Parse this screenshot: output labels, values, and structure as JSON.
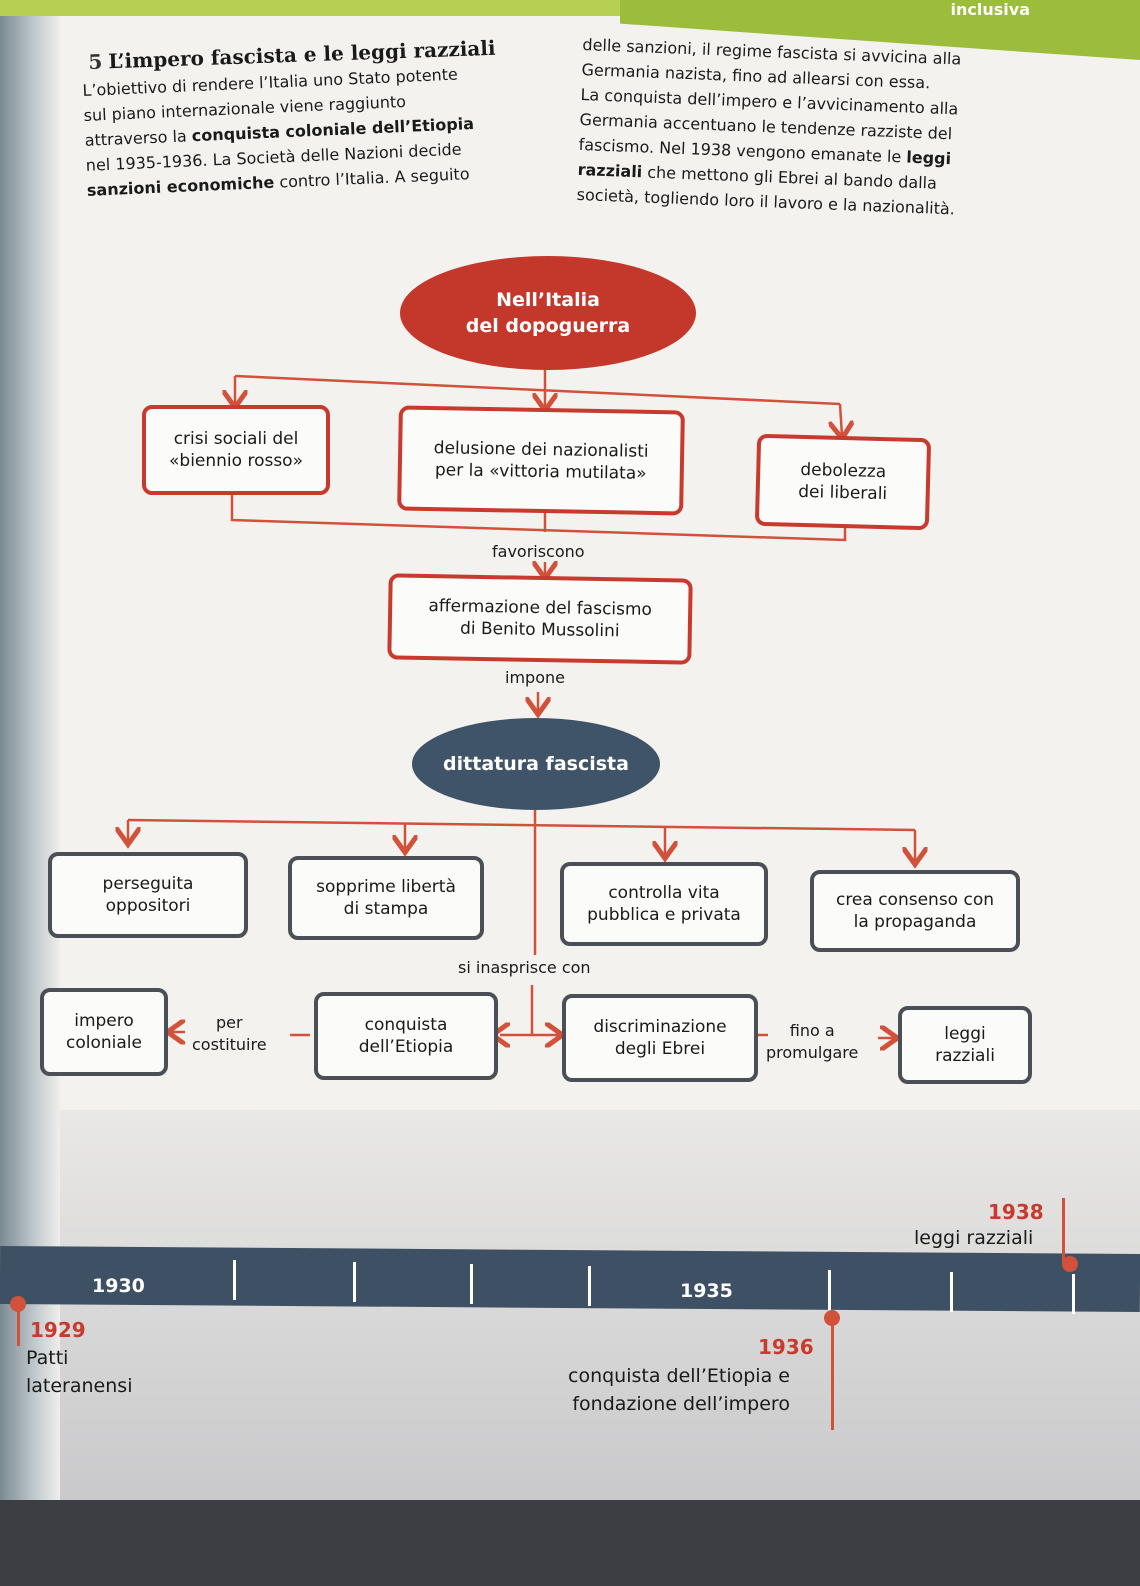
{
  "corner_label": "inclusiva",
  "section": {
    "number": "5",
    "title": "L’impero fascista e le leggi razziali"
  },
  "paragraph_left": {
    "lines": [
      "L’obiettivo di rendere l’Italia uno Stato potente",
      "sul piano internazionale viene raggiunto",
      "attraverso la ",
      "nel 1935-1936. La Società delle Nazioni decide",
      " contro l’Italia. A seguito"
    ],
    "bold_colonial": "conquista coloniale dell’Etiopia",
    "bold_sanctions": "sanzioni economiche"
  },
  "paragraph_right": {
    "lines": [
      "delle sanzioni, il regime fascista si avvicina alla",
      "Germania nazista, fino ad allearsi con essa.",
      "La conquista dell’impero e l’avvicinamento alla",
      "Germania accentuano le tendenze razziste del",
      "fascismo. Nel 1938 vengono emanate le ",
      " che mettono gli Ebrei al bando dalla",
      "società, togliendo loro il lavoro e la nazionalità."
    ],
    "bold_leggi": "leggi",
    "bold_razziali": "razziali"
  },
  "diagram": {
    "root": {
      "line1": "Nell’Italia",
      "line2": "del dopoguerra"
    },
    "causes": [
      {
        "line1": "crisi sociali del",
        "line2": "«biennio rosso»"
      },
      {
        "line1": "delusione dei nazionalisti",
        "line2": "per la «vittoria mutilata»"
      },
      {
        "line1": "debolezza",
        "line2": "dei liberali"
      }
    ],
    "link_favoriscono": "favoriscono",
    "affermazione": {
      "line1": "affermazione del fascismo",
      "line2": "di Benito Mussolini"
    },
    "link_impone": "impone",
    "dittatura": "dittatura fascista",
    "actions": [
      {
        "line1": "perseguita",
        "line2": "oppositori"
      },
      {
        "line1": "sopprime libertà",
        "line2": "di stampa"
      },
      {
        "line1": "controlla vita",
        "line2": "pubblica e privata"
      },
      {
        "line1": "crea consenso con",
        "line2": "la propaganda"
      }
    ],
    "link_inasprisce": "si inasprisce con",
    "impero": {
      "line1": "impero",
      "line2": "coloniale"
    },
    "link_per": {
      "line1": "per",
      "line2": "costituire"
    },
    "conquista": {
      "line1": "conquista",
      "line2": "dell’Etiopia"
    },
    "discriminazione": {
      "line1": "discriminazione",
      "line2": "degli Ebrei"
    },
    "link_fino": {
      "line1": "fino a",
      "line2": "promulgare"
    },
    "leggi": {
      "line1": "leggi",
      "line2": "razziali"
    }
  },
  "timeline": {
    "tick_1930": "1930",
    "tick_1935": "1935",
    "events": [
      {
        "year": "1929",
        "line1": "Patti",
        "line2": "lateranensi"
      },
      {
        "year": "1936",
        "line1": "conquista dell’Etiopia e",
        "line2": "fondazione dell’impero"
      },
      {
        "year": "1938",
        "line1": "leggi razziali",
        "line2": ""
      }
    ]
  },
  "colors": {
    "accent_red": "#c93a2e",
    "dark_blue": "#3f5468",
    "green_band": "#9cbc3c"
  }
}
